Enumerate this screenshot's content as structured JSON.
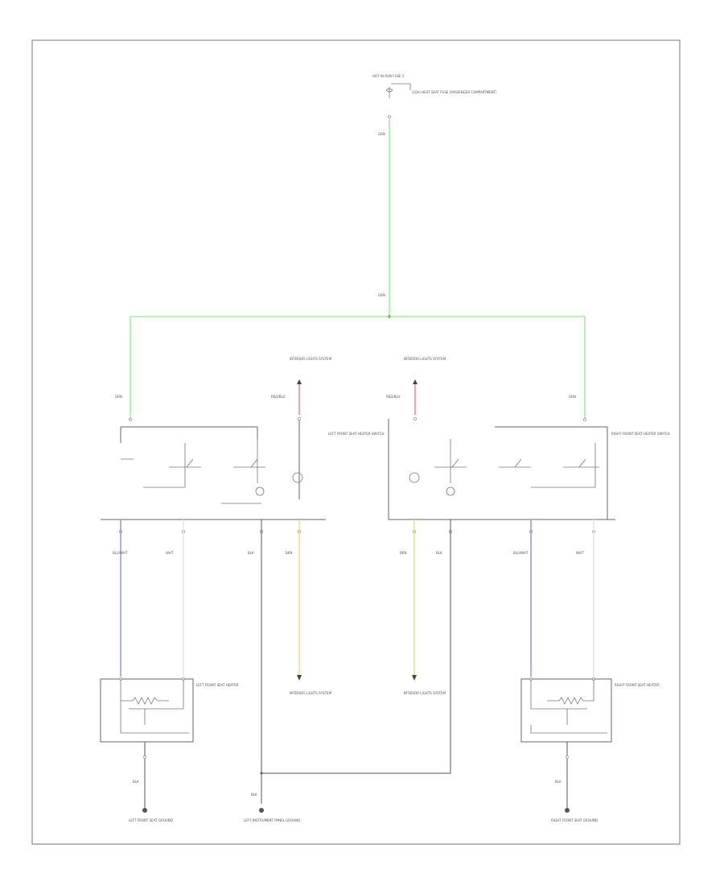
{
  "footer_code": "",
  "colors": {
    "green": "#9df29a",
    "red": "#f28c8c",
    "yellow": "#e8df9a",
    "blue": "#9a9af0",
    "white": "#e6e6e6",
    "gray": "#555555"
  },
  "labels": {
    "top_fuse": "HOT IN RUN FUSE 5",
    "top_fuse_note": "(10A) HEAT SEAT FUSE (PASSENGER COMPARTMENT)",
    "top_wire": "GRN",
    "center_wire": "GRN",
    "left_wire_top": "GRN",
    "right_wire_top": "GRN",
    "left_illum_feed": "INTERIOR LIGHTS SYSTEM",
    "right_illum_feed": "INTERIOR LIGHTS SYSTEM",
    "left_illum_wire": "RED/BLU",
    "right_illum_wire": "RED/BLU",
    "left_switch_name": "LEFT FRONT SEAT HEATER SWITCH",
    "right_switch_name": "RIGHT FRONT SEAT HEATER SWITCH",
    "w1": "BLU/WHT",
    "w2": "WHT",
    "w3": "BLK",
    "w4": "BRN",
    "w5": "BRN",
    "w6": "BLK",
    "w7": "BLU/WHT",
    "w8": "WHT",
    "left_ground_feed": "INTERIOR LIGHTS SYSTEM",
    "right_ground_feed": "INTERIOR LIGHTS SYSTEM",
    "left_heater": "LEFT FRONT SEAT HEATER",
    "right_heater": "RIGHT FRONT SEAT HEATER",
    "g1": "BLK",
    "g2": "BLK",
    "g3": "BLK",
    "ground_left": "LEFT FRONT SEAT GROUND",
    "ground_center": "LEFT INSTRUMENT PANEL GROUND",
    "ground_right": "RIGHT FRONT SEAT GROUND"
  }
}
